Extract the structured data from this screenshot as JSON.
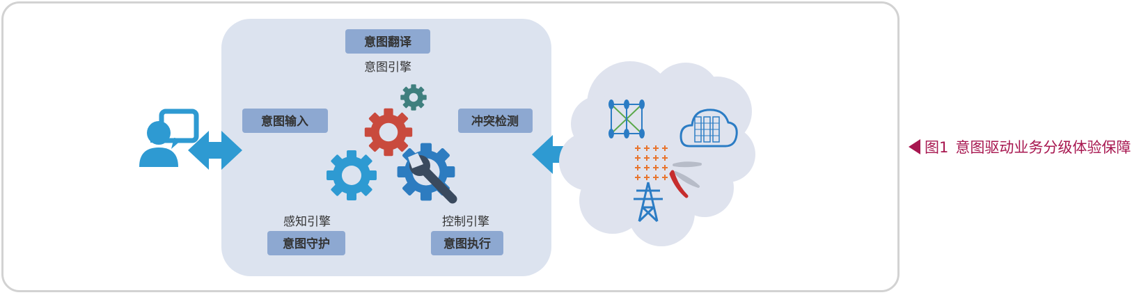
{
  "engine": {
    "top_box": "意图翻译",
    "top_label": "意图引擎",
    "left_box": "意图输入",
    "right_box": "冲突检测",
    "bottom_left_label": "感知引擎",
    "bottom_left_box": "意图守护",
    "bottom_right_label": "控制引擎",
    "bottom_right_box": "意图执行"
  },
  "caption": {
    "label": "图1",
    "text": "意图驱动业务分级体验保障"
  },
  "icons": {
    "user": "user-chat-icon",
    "left_arrow": "double-arrow-icon",
    "right_arrow": "double-arrow-icon",
    "gears": "gears-wrench-icon",
    "cloud": "network-cloud-icon",
    "topology": "network-topology-icon",
    "datacenter": "cloud-server-icon",
    "grid": "node-grid-icon",
    "tower": "transmission-tower-icon",
    "fan": "fan-blade-icon"
  },
  "colors": {
    "panel": "#dce3ef",
    "box": "#8da8d1",
    "arrow": "#2e9ad2",
    "caption": "#a7164f",
    "cloud": "#dfe3ee"
  }
}
